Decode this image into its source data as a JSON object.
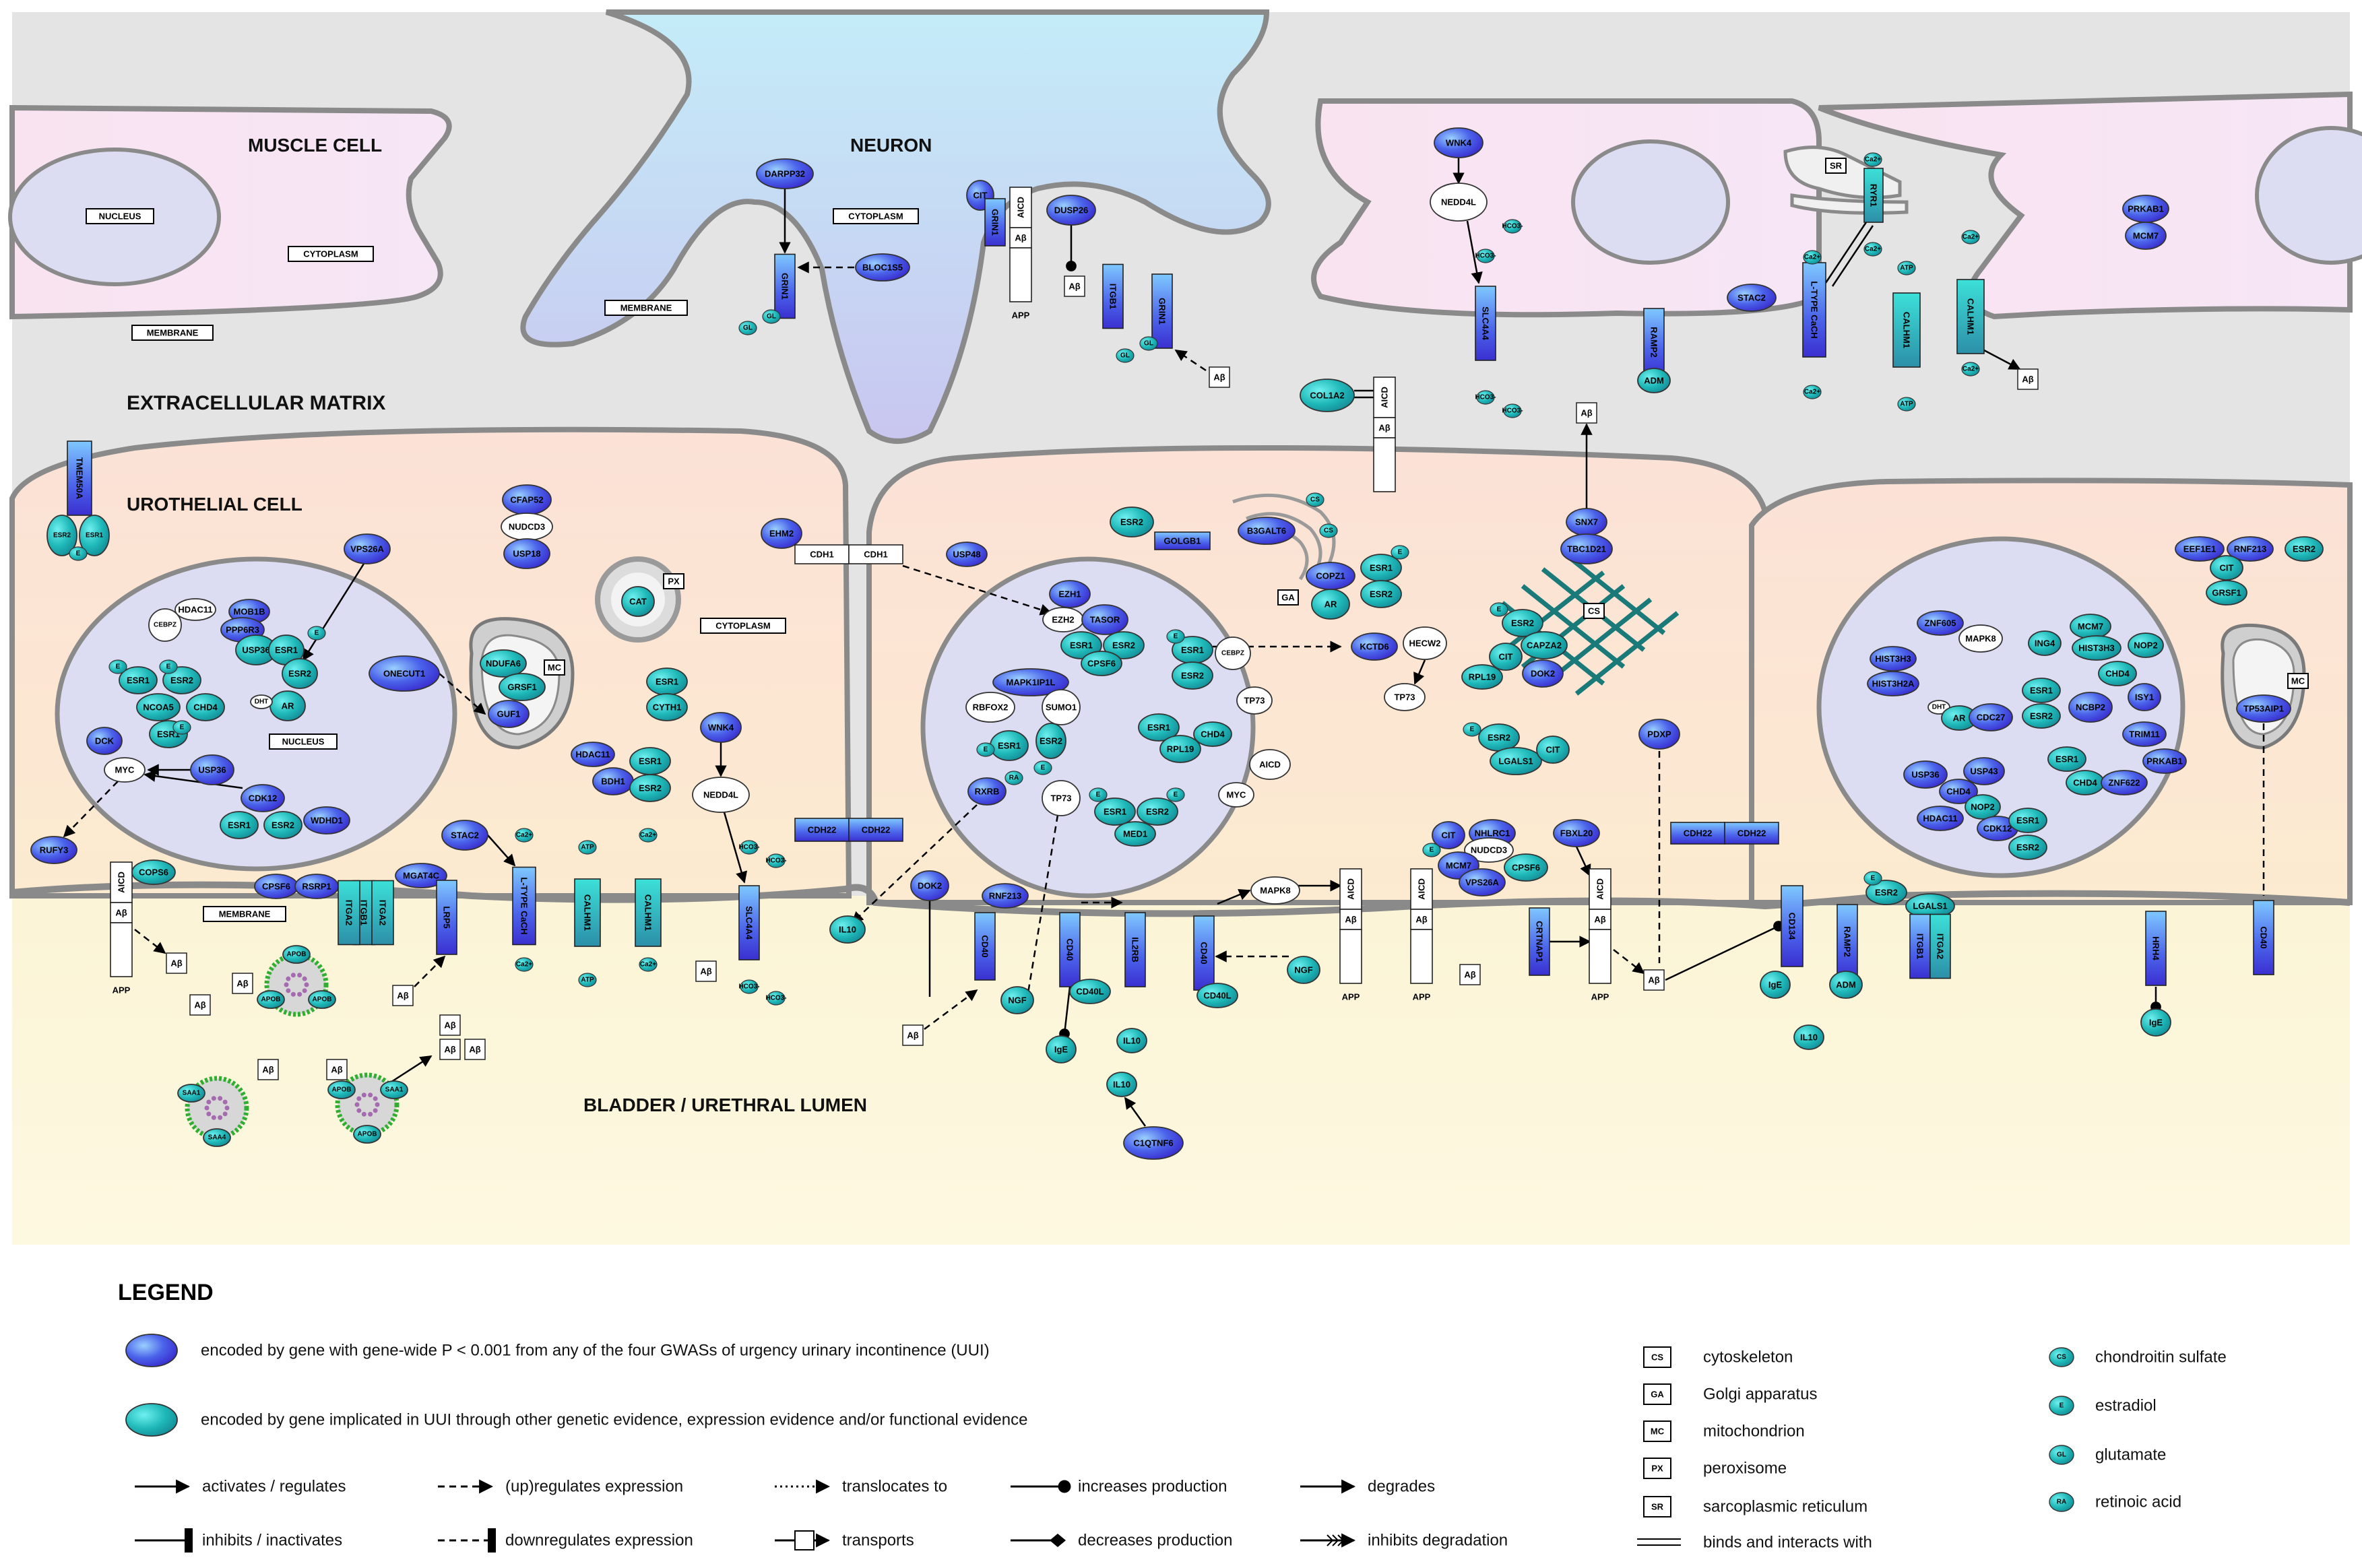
{
  "regions": {
    "muscle_cell": "MUSCLE CELL",
    "neuron": "NEURON",
    "extracellular_matrix": "EXTRACELLULAR MATRIX",
    "urothelial_cell": "UROTHELIAL CELL",
    "lumen": "BLADDER / URETHRAL LUMEN"
  },
  "compartments": {
    "nucleus": "NUCLEUS",
    "cytoplasm": "CYTOPLASM",
    "membrane": "MEMBRANE",
    "sr": "SR",
    "px": "PX",
    "mc": "MC",
    "ga": "GA",
    "cs": "CS"
  },
  "molecules": {
    "app": "APP",
    "aicd": "AICD",
    "abeta": "Aβ",
    "e": "E",
    "gl": "GL",
    "cs": "CS",
    "ra": "RA",
    "dht": "DHT",
    "ca": "Ca2+",
    "atp": "ATP",
    "hco3": "HCO3-"
  },
  "gwas_genes": [
    "DARPP32",
    "GRIN1",
    "BLOC1S5",
    "CIT",
    "DUSP26",
    "ITGB1",
    "WNK4",
    "SLC4A4",
    "RAMP2",
    "STAC2",
    "L-TYPE CaCH",
    "CALHM1",
    "PRKAB1",
    "TMEM50A",
    "CFAP52",
    "USP18",
    "VPS26A",
    "ONECUT1",
    "DCK",
    "USP36",
    "CDK12",
    "RUFY3",
    "COPS6",
    "CPSF6",
    "RSRP1",
    "MGAT4C",
    "LRP5",
    "EHM2",
    "USP48",
    "CDH22",
    "DOK2",
    "RNF213",
    "CD40",
    "IL2RB",
    "GOLGB1",
    "B3GALT6",
    "KCTD6",
    "COPZ1",
    "SNX7",
    "TBC1D21",
    "RPL19",
    "DOK2",
    "CRTNAP1",
    "FBXL20",
    "CD134",
    "PDXP",
    "HRH4",
    "EEF1E1",
    "ZNF605",
    "HIST3H3",
    "HIST3H2A",
    "USP43",
    "CDC27",
    "NCBP2",
    "ISY1",
    "TRIM11",
    "ZNF622",
    "TP53AIP1",
    "MAPK1IP1L",
    "EZH1",
    "HDAC11",
    "NHLRC1"
  ],
  "other_genes": [
    "ESR1",
    "ESR2",
    "MOB1B",
    "PPP6R3",
    "AR",
    "NCOA5",
    "CHD4",
    "NDUFA6",
    "GRSF1",
    "GUF1",
    "WDHD1",
    "BDH1",
    "CYTH1",
    "IL10",
    "NGF",
    "CD40L",
    "IgE",
    "MED1",
    "TASOR",
    "CPSF6",
    "RXRB",
    "ADM",
    "CAPZA2",
    "LGALS1",
    "COL1A2",
    "C1QTNF6",
    "APOB",
    "SAA1",
    "SAA4",
    "MCM7",
    "NOP2",
    "HIST3H3"
  ],
  "legend": {
    "title": "LEGEND",
    "blue_oval": "encoded by gene with gene-wide P < 0.001 from any of the four GWASs of urgency urinary incontinence (UUI)",
    "cyan_oval": "encoded by gene implicated in UUI through other genetic evidence, expression evidence and/or functional evidence",
    "arrows": [
      "activates / regulates",
      "(up)regulates expression",
      "translocates to",
      "increases production",
      "degrades",
      "inhibits / inactivates",
      "downregulates expression",
      "transports",
      "decreases production",
      "inhibits degradation"
    ],
    "abbrev": [
      {
        "key": "CS",
        "text": "cytoskeleton"
      },
      {
        "key": "GA",
        "text": "Golgi apparatus"
      },
      {
        "key": "MC",
        "text": "mitochondrion"
      },
      {
        "key": "PX",
        "text": "peroxisome"
      },
      {
        "key": "SR",
        "text": "sarcoplasmic reticulum"
      },
      {
        "key": "",
        "text": "binds and interacts with"
      }
    ],
    "molecules": [
      {
        "key": "CS",
        "text": "chondroitin sulfate"
      },
      {
        "key": "E",
        "text": "estradiol"
      },
      {
        "key": "GL",
        "text": "glutamate"
      },
      {
        "key": "RA",
        "text": "retinoic acid"
      }
    ]
  },
  "colors": {
    "gwas_blue": "#4a5ee8",
    "evidence_cyan": "#1fb8b8",
    "muscle_pink": "#f7e1f1",
    "urothelial_peach": "#fbe4d4",
    "lumen_yellow": "#fdf6d2",
    "ecm_gray": "#e2e2e2",
    "neuron_blue": "#bde6f7",
    "nucleus_lavender": "#dcdcf2",
    "cytoskeleton_teal": "#1a7a7a"
  }
}
